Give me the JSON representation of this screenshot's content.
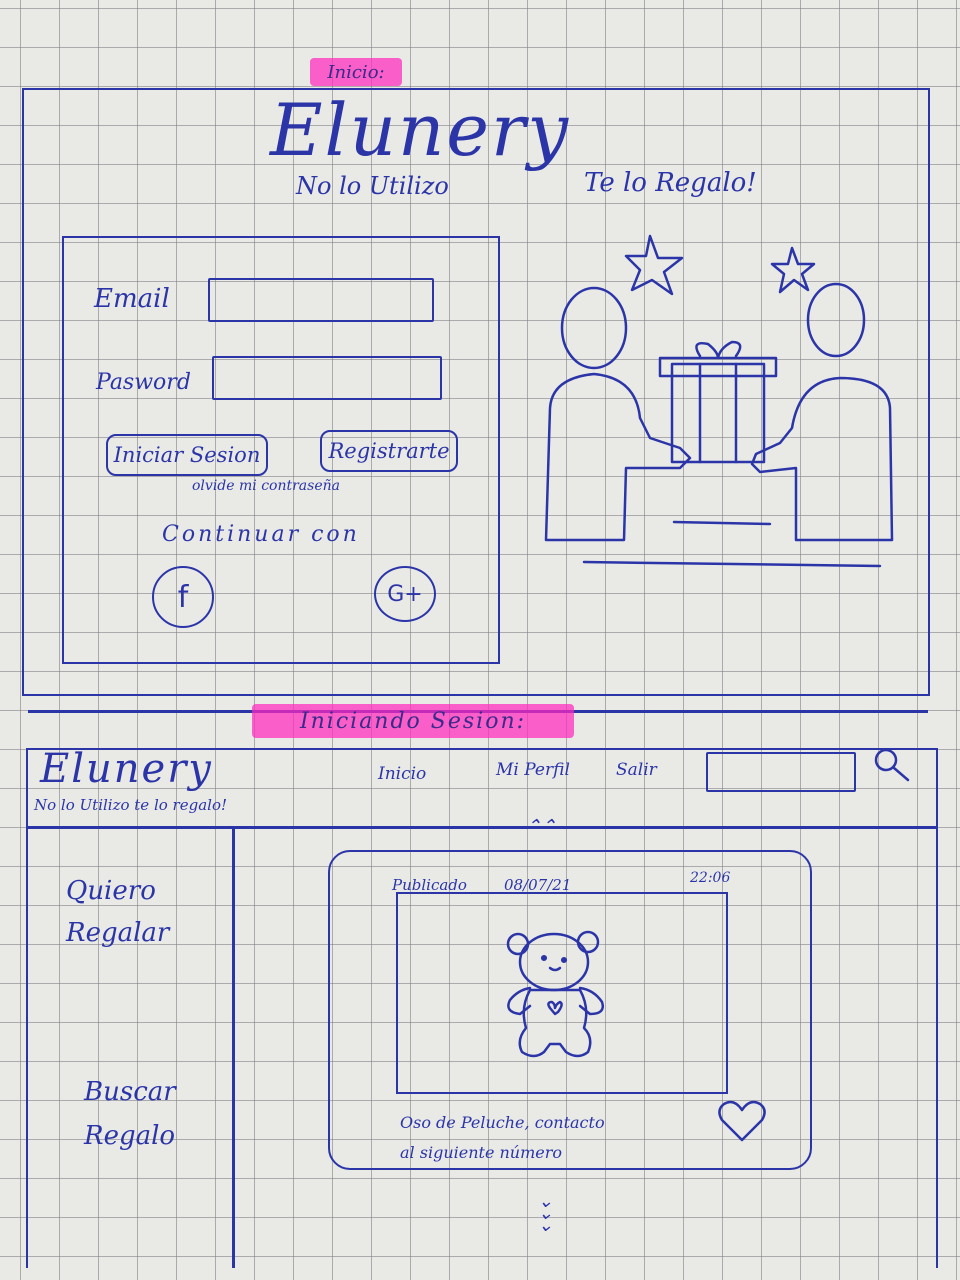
{
  "sections": {
    "inicio_label": "Inicio:",
    "iniciando_label": "Iniciando Sesion:"
  },
  "login": {
    "logo": "Elunery",
    "tagline_left": "No lo Utilizo",
    "tagline_right": "Te lo Regalo!",
    "email_label": "Email",
    "password_label": "Pasword",
    "login_button": "Iniciar Sesion",
    "register_button": "Registrarte",
    "forgot_password": "olvide mi contraseña",
    "continue_with": "Continuar con",
    "facebook_glyph": "f",
    "google_glyph": "G+"
  },
  "app": {
    "logo": "Elunery",
    "tagline": "No lo Utilizo te lo regalo!",
    "nav": [
      "Inicio",
      "Mi Perfil",
      "Salir"
    ],
    "sidebar": [
      {
        "line1": "Quiero",
        "line2": "Regalar"
      },
      {
        "line1": "Buscar",
        "line2": "Regalo"
      }
    ],
    "post": {
      "published_label": "Publicado",
      "date": "08/07/21",
      "time": "22:06",
      "description_line1": "Oso de Peluche, contacto",
      "description_line2": "al siguiente número"
    },
    "scroll_up_glyph": "⌃⌃",
    "scroll_down_glyph": "⌄⌄⌄"
  },
  "icons": {
    "search": "search-icon",
    "heart": "heart-icon",
    "facebook": "facebook-icon",
    "google": "google-plus-icon"
  },
  "colors": {
    "ink": "#2b35a8",
    "highlight": "#ff28be"
  }
}
